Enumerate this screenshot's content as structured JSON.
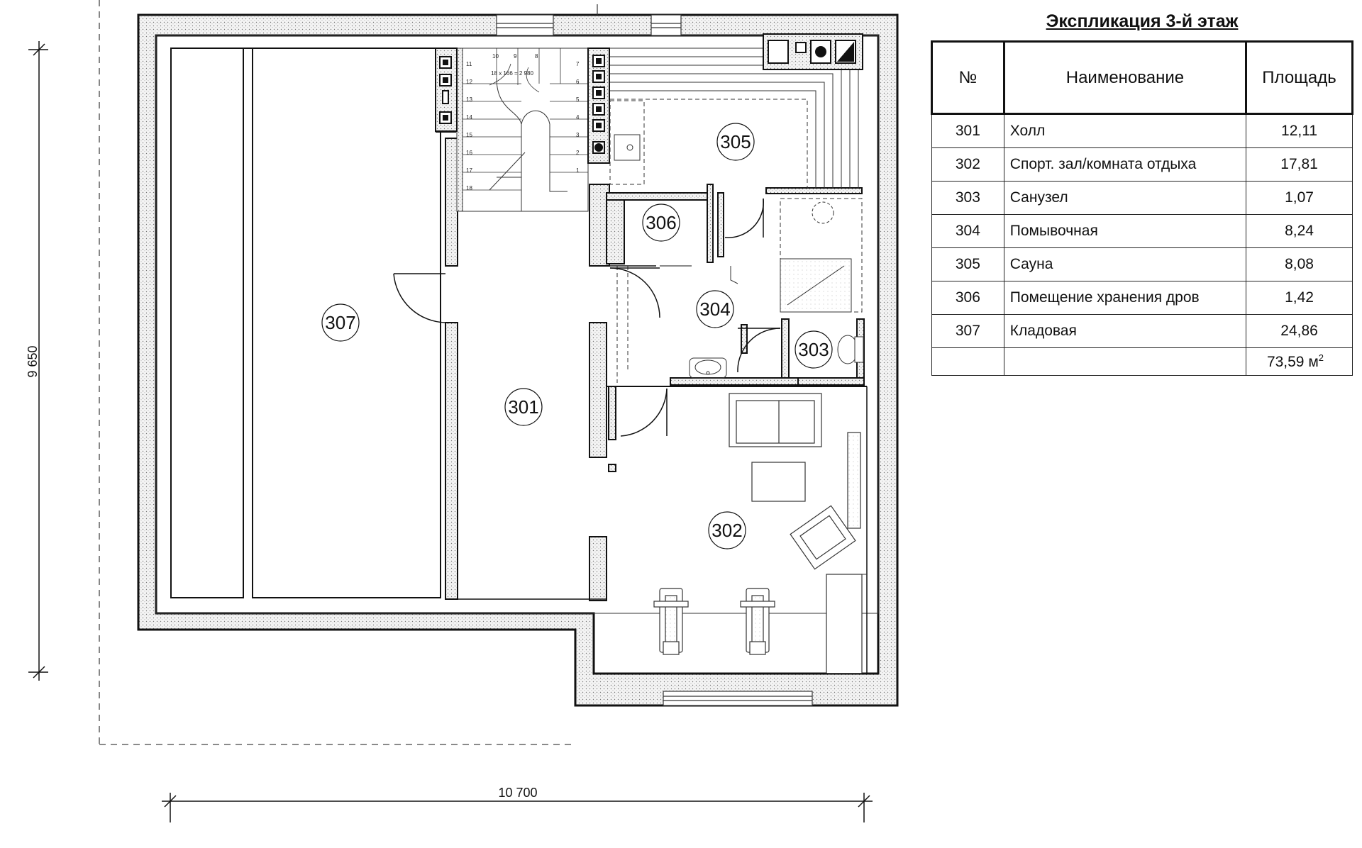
{
  "explication": {
    "title": "Экспликация 3-й этаж",
    "headers": {
      "num": "№",
      "name": "Наименование",
      "area": "Площадь"
    },
    "rows": [
      {
        "num": "301",
        "name": "Холл",
        "area": "12,11"
      },
      {
        "num": "302",
        "name": "Спорт. зал/комната отдыха",
        "area": "17,81"
      },
      {
        "num": "303",
        "name": "Санузел",
        "area": "1,07"
      },
      {
        "num": "304",
        "name": "Помывочная",
        "area": "8,24"
      },
      {
        "num": "305",
        "name": "Сауна",
        "area": "8,08"
      },
      {
        "num": "306",
        "name": "Помещение хранения дров",
        "area": "1,42"
      },
      {
        "num": "307",
        "name": "Кладовая",
        "area": "24,86"
      }
    ],
    "total": {
      "value": "73,59 м",
      "unit_sup": "2"
    }
  },
  "plan": {
    "rooms": {
      "r301": "301",
      "r302": "302",
      "r303": "303",
      "r304": "304",
      "r305": "305",
      "r306": "306",
      "r307": "307"
    },
    "dimensions": {
      "width": "10 700",
      "height": "9 650"
    },
    "stair_note": "18 x 166 = 2 980",
    "stair_left": [
      "11",
      "12",
      "13",
      "14",
      "15",
      "16",
      "17",
      "18"
    ],
    "stair_right": [
      "7",
      "6",
      "5",
      "4",
      "3",
      "2",
      "1"
    ],
    "stair_top": [
      "10",
      "9",
      "8"
    ]
  }
}
